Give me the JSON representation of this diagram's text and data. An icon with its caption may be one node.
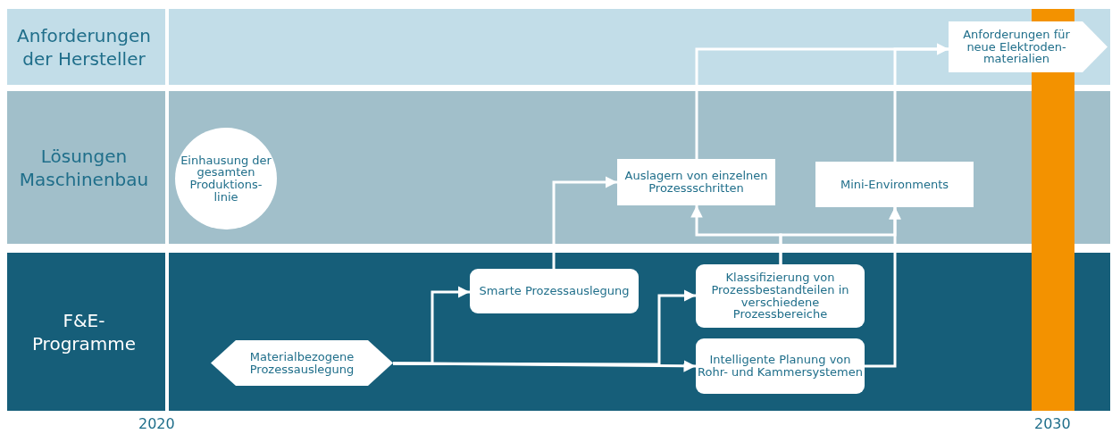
{
  "diagram": {
    "nodes": [
      {
        "text": [
          "Anforderungen der Hersteller"
        ]
      },
      {
        "text": [
          "Anforderungen für neue Elektroden-materialien"
        ],
        "in": 0
      },
      {
        "text": [
          "Lösungen Maschinenbau"
        ]
      },
      {
        "text": [
          "Einhausung der gesamten Produktions-linie"
        ],
        "in": 2
      },
      {
        "text": [
          "Auslagern von einzelnen Prozessschritten"
        ],
        "in": 2
      },
      {
        "text": [
          "Mini-Environments"
        ],
        "in": 2
      },
      {
        "text": [
          "F&E-Programme"
        ]
      },
      {
        "text": [
          "Materialbezogene Prozessauslegung"
        ],
        "in": 6
      },
      {
        "text": [
          "Smarte Prozessauslegung"
        ],
        "in": 6
      },
      {
        "text": [
          "Klassifizierung von Prozessbestandteilen in verschiedene Prozessbereiche"
        ],
        "in": 6
      },
      {
        "text": [
          "Intelligente Planung von Rohr- und Kammersystemen"
        ],
        "in": 6
      },
      {
        "text": [],
        "shape": "bar"
      }
    ],
    "edges": [
      {
        "from": 7,
        "to": 8,
        "arrow": "to"
      },
      {
        "from": 7,
        "to": 9,
        "arrow": "to"
      },
      {
        "from": 7,
        "to": 10,
        "arrow": "to"
      },
      {
        "from": 8,
        "to": 4,
        "arrow": "to"
      },
      {
        "from": 9,
        "to": 4,
        "arrow": "to"
      },
      {
        "from": 9,
        "to": 5,
        "arrow": "to"
      },
      {
        "from": 10,
        "to": 5,
        "arrow": "to"
      },
      {
        "from": 4,
        "to": 1,
        "arrow": "to"
      },
      {
        "from": 5,
        "to": 1,
        "arrow": "to"
      }
    ],
    "labels": [
      "2020",
      "2030"
    ]
  }
}
